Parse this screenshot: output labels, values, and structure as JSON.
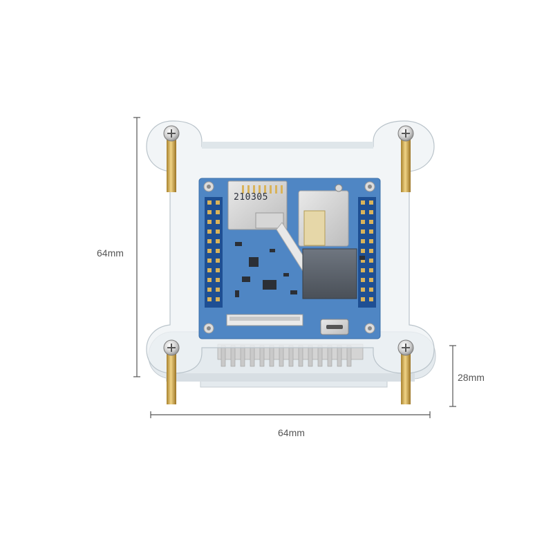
{
  "dimensions": {
    "height_label": "64mm",
    "width_label": "64mm",
    "depth_label": "28mm"
  },
  "board": {
    "print_code": "210305",
    "pcb_color": "#4f86c4",
    "header_color": "#1e4f93",
    "pin_color": "#d9b35a"
  },
  "case": {
    "acrylic_color": "#eef2f4",
    "standoff_color": "#c9a34a",
    "screw_color": "#d2d2d2"
  }
}
